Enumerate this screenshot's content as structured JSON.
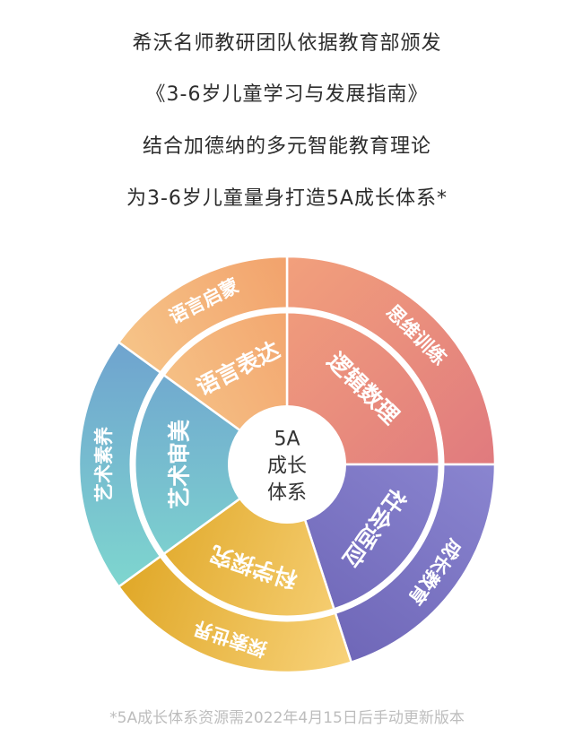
{
  "intro": {
    "line1": "希沃名师教研团队依据教育部颁发",
    "line2": "《3-6岁儿童学习与发展指南》",
    "line3": "结合加德纳的多元智能教育理论",
    "line4": "为3-6岁儿童量身打造5A成长体系*"
  },
  "wheel": {
    "center_line1": "5A",
    "center_line2": "成长",
    "center_line3": "体系",
    "sectors": [
      {
        "inner": "逻辑数理",
        "outer": "思维训练",
        "color_from": "#f2a07c",
        "color_to": "#e07a7e"
      },
      {
        "inner": "社会适应",
        "outer": "成长教育",
        "color_from": "#8a85d0",
        "color_to": "#6f67b8"
      },
      {
        "inner": "科学探究",
        "outer": "探索世界",
        "color_from": "#f8d27a",
        "color_to": "#e0a828"
      },
      {
        "inner": "艺术审美",
        "outer": "艺术素养",
        "color_from": "#7ed6cf",
        "color_to": "#6fa3cf"
      },
      {
        "inner": "语言表达",
        "outer": "语言启蒙",
        "color_from": "#f6c488",
        "color_to": "#f2a26c"
      }
    ]
  },
  "footnote": "*5A成长体系资源需2022年4月15日后手动更新版本"
}
